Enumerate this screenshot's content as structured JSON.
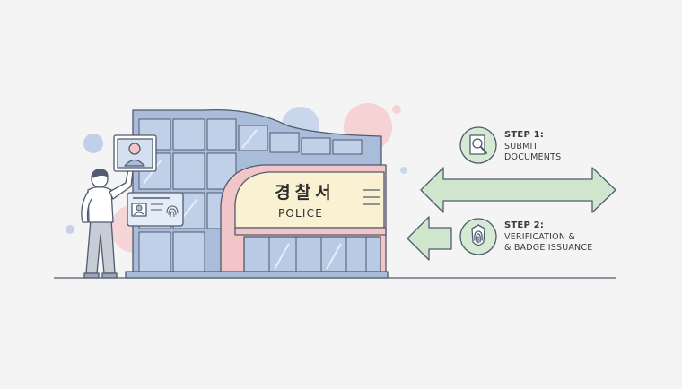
{
  "sign": {
    "korean": "경찰서",
    "english": "POLICE"
  },
  "steps": [
    {
      "title": "STEP 1:",
      "lines": [
        "SUBMIT",
        "DOCUMENTS"
      ],
      "icon": "magnifier-document-icon"
    },
    {
      "title": "STEP 2:",
      "lines": [
        "VERIFICATION &",
        "& BADGE ISSUANCE"
      ],
      "icon": "fingerprint-badge-icon"
    }
  ],
  "colors": {
    "background": "#f4f4f4",
    "building_blue": "#a9bddb",
    "glass_blue": "#bccde6",
    "outline": "#4f5b6e",
    "pink": "#f2c6c9",
    "sign_cream": "#faf0d2",
    "arrow_green": "#cfe5cc",
    "icon_green": "#d6ead3"
  }
}
